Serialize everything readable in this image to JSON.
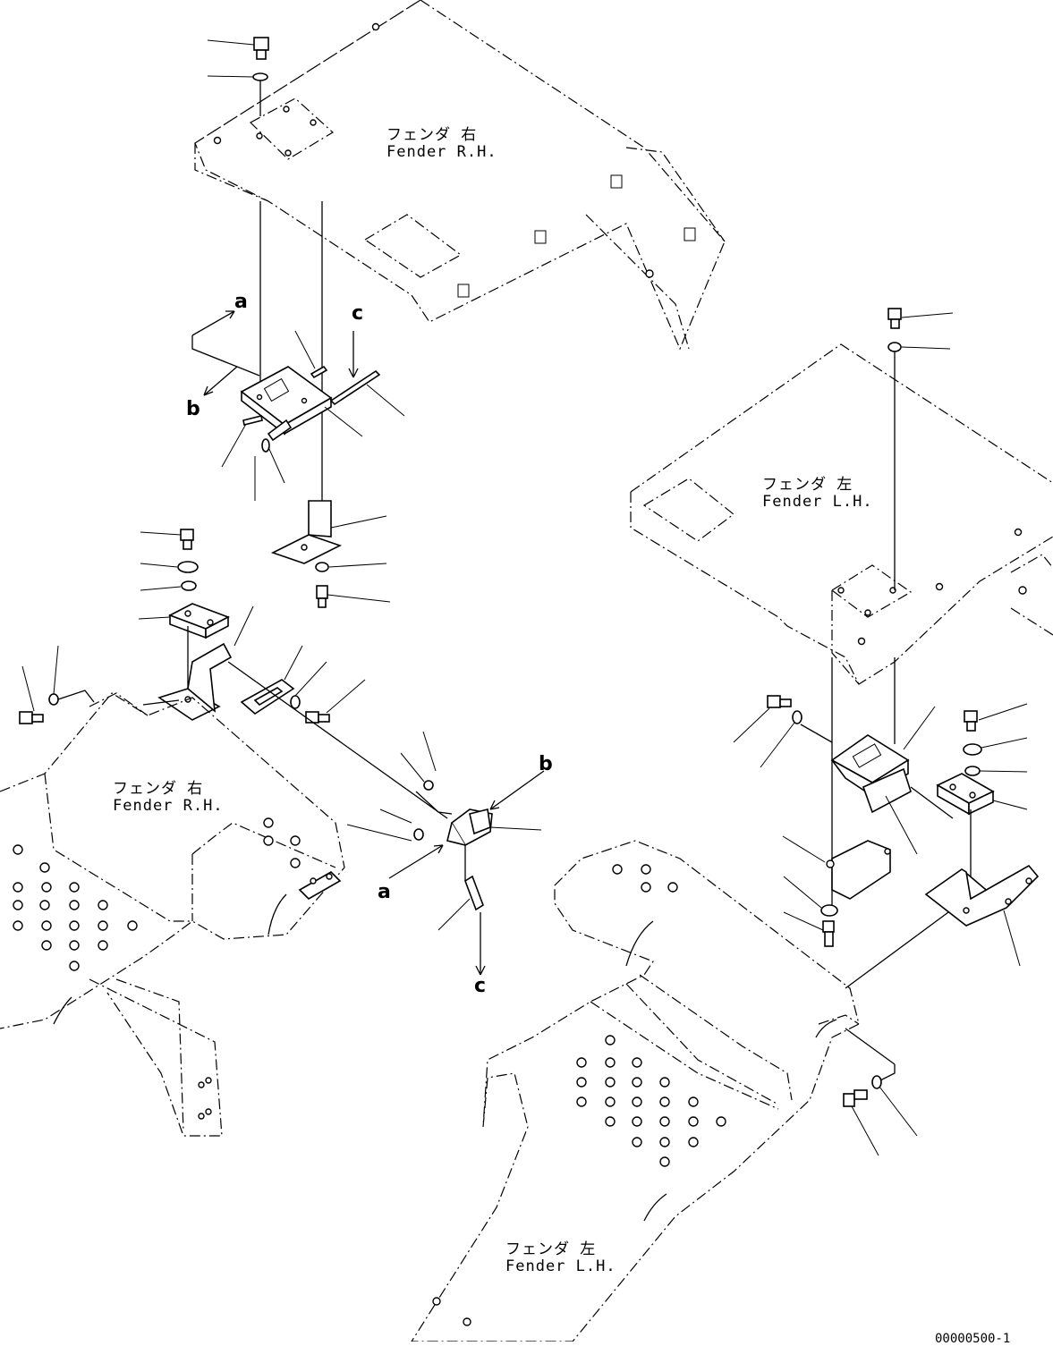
{
  "labels": {
    "fender_rh_top": {
      "jp": "フェンダ 右",
      "en": "Fender R.H."
    },
    "fender_lh_right": {
      "jp": "フェンダ 左",
      "en": "Fender L.H."
    },
    "fender_rh_lower": {
      "jp": "フェンダ 右",
      "en": "Fender R.H."
    },
    "fender_lh_bottom": {
      "jp": "フェンダ 左",
      "en": "Fender L.H."
    }
  },
  "refs": {
    "a_top": "a",
    "b_top": "b",
    "c_top": "c",
    "a_mid": "a",
    "b_mid": "b",
    "c_mid": "c"
  },
  "drawing_code": "00000500-1"
}
